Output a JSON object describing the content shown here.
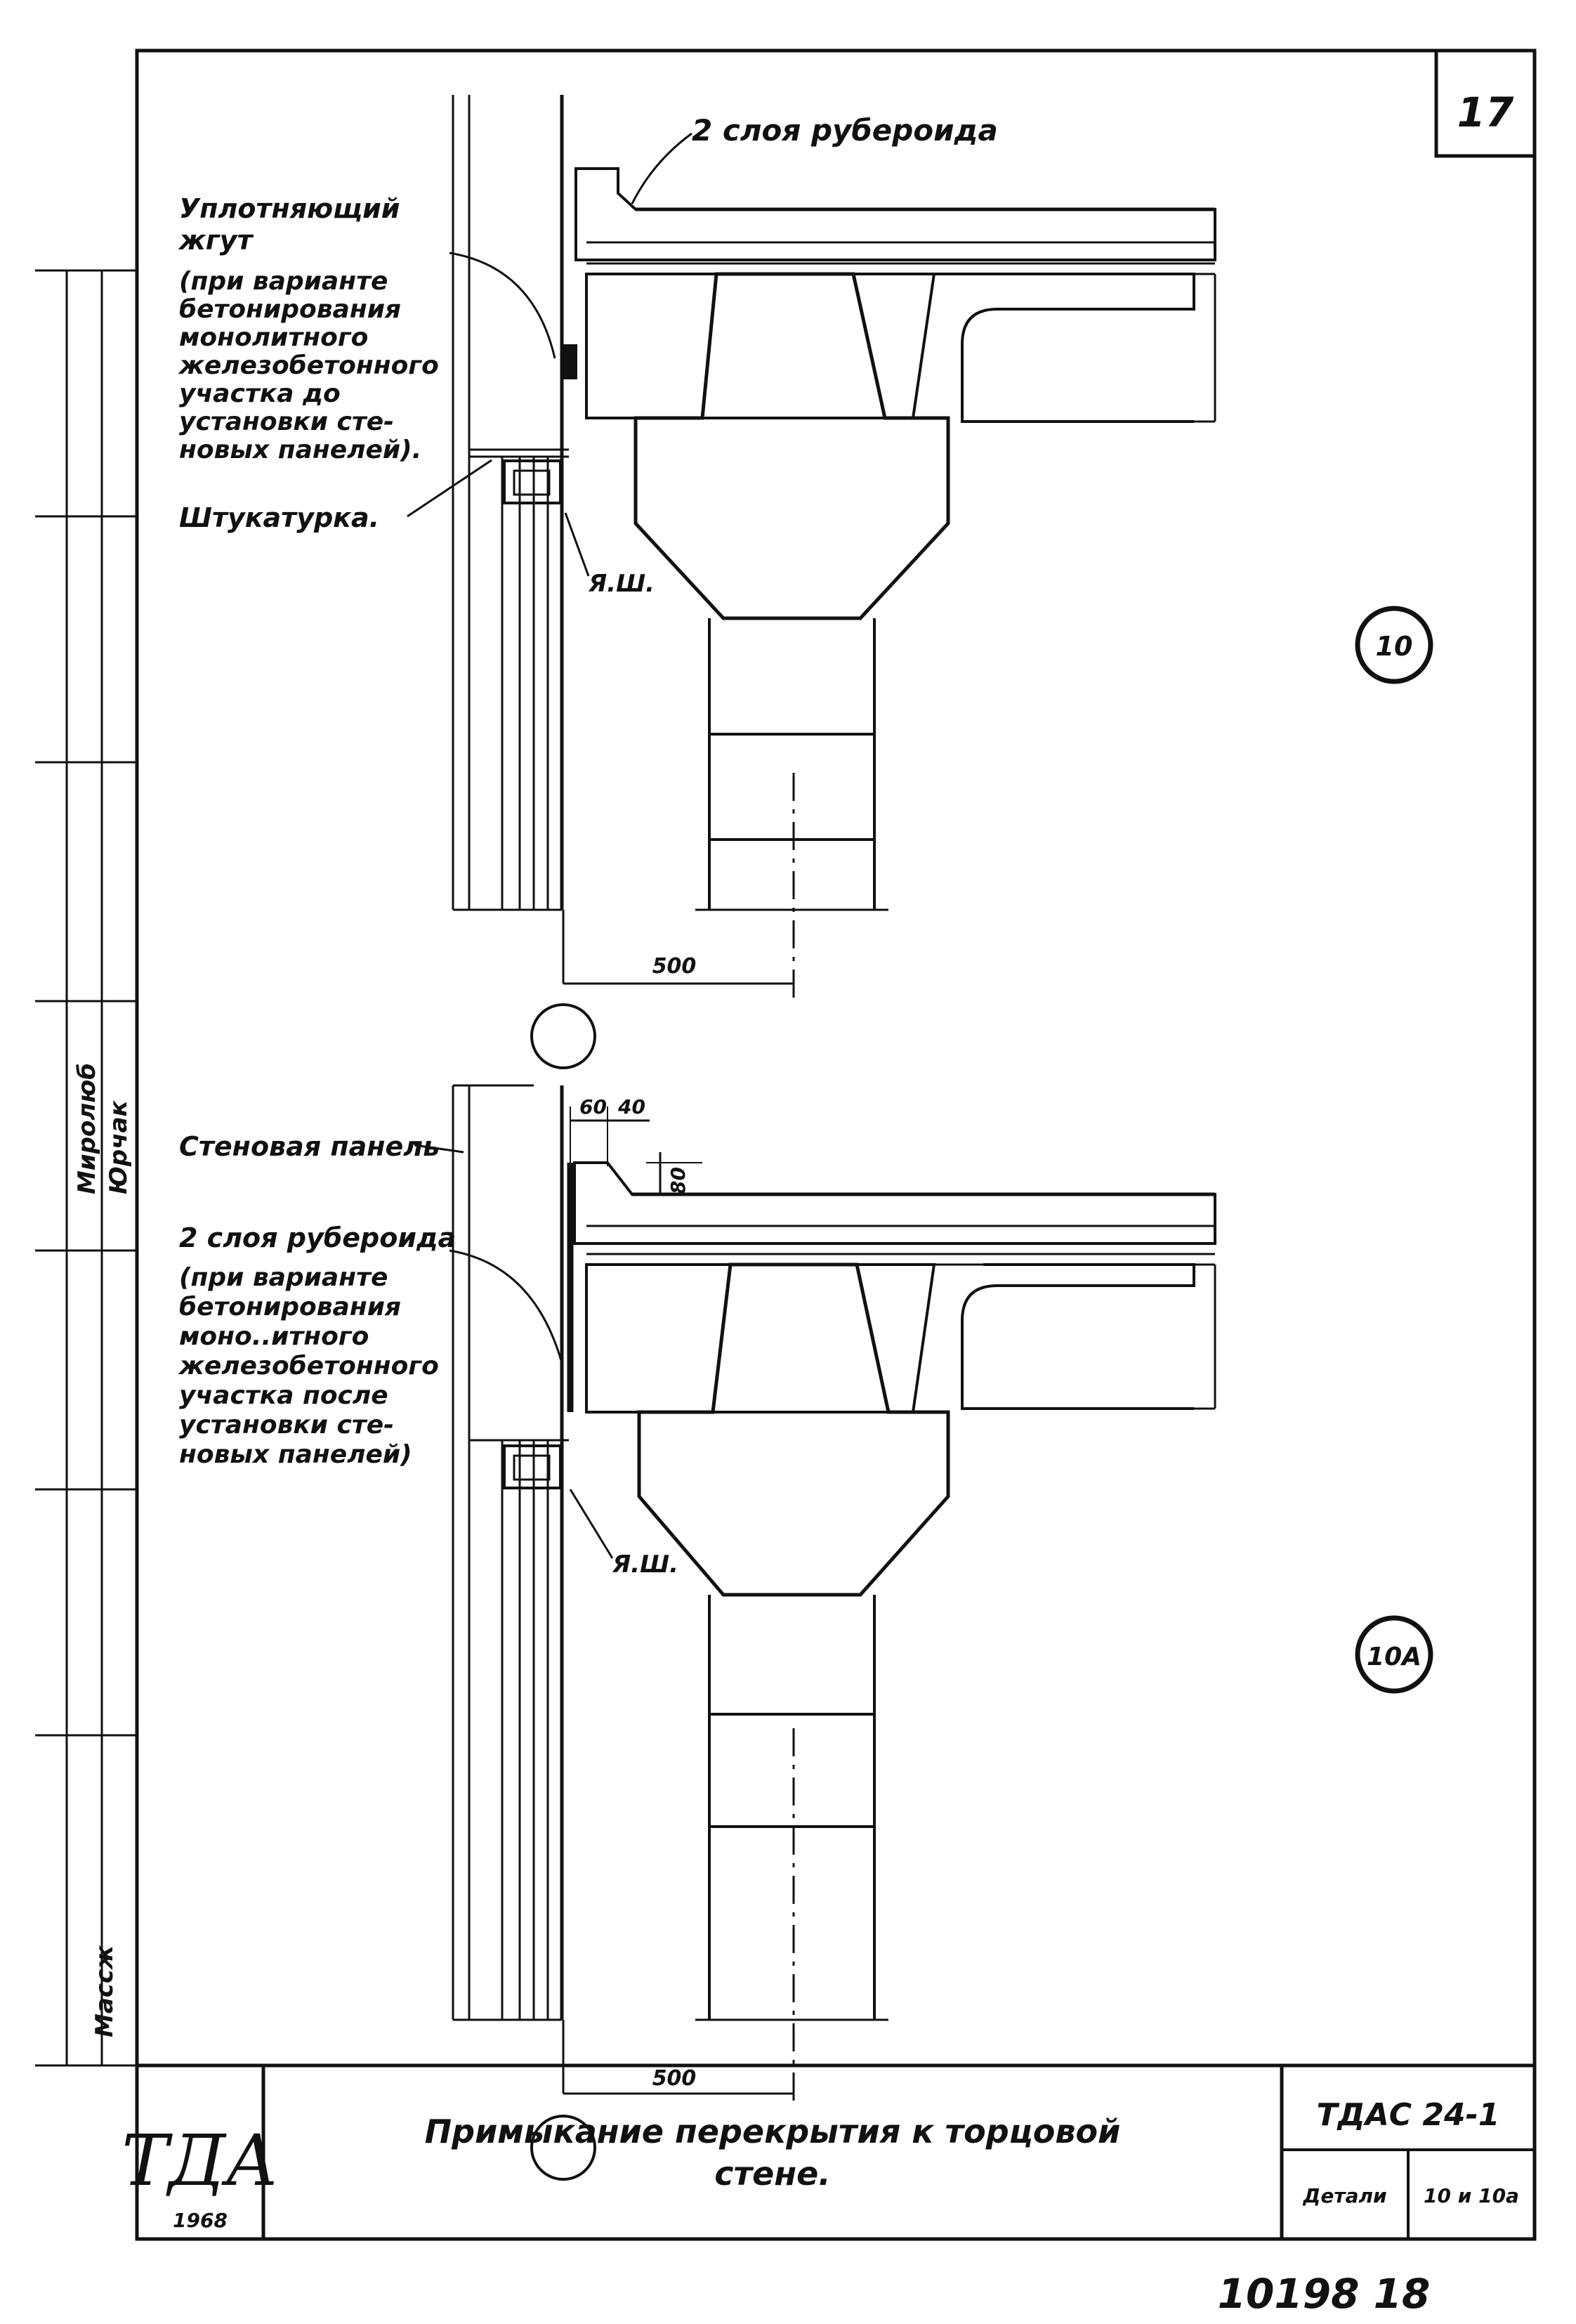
{
  "sheet_number": "17",
  "detail_top": {
    "marker": "10",
    "label_roofing": "2 слоя рубероида",
    "label_seal": [
      "Уплотняющий",
      "жгут",
      "(при варианте",
      "бетонирования",
      "монолитного",
      "железобетонного",
      "участка до",
      "установки сте-",
      "новых панелей)."
    ],
    "label_plaster": "Штукатурка.",
    "label_ash": "Я.Ш.",
    "dim": "500"
  },
  "detail_bottom": {
    "marker": "10А",
    "label_panel": "Стеновая панель",
    "label_roofing": [
      "2 слоя рубероида",
      "(при варианте",
      "бетонирования",
      "моно..итного",
      "железобетонного",
      "участка после",
      "установки сте-",
      "новых панелей)"
    ],
    "label_ash": "Я.Ш.",
    "dim_60": "60",
    "dim_40": "40",
    "dim_80": "80",
    "dim": "500"
  },
  "side_stamps": [
    "Миролюб",
    "Юрчак",
    "Массж"
  ],
  "title_block": {
    "logo": "ТДА",
    "year": "1968",
    "title_line1": "Примыкание перекрытия к торцовой",
    "title_line2": "стене.",
    "code": "ТДАС 24-1",
    "detail_label": "Детали",
    "detail_value": "10 и 10а"
  },
  "footer_number": "10198 18"
}
